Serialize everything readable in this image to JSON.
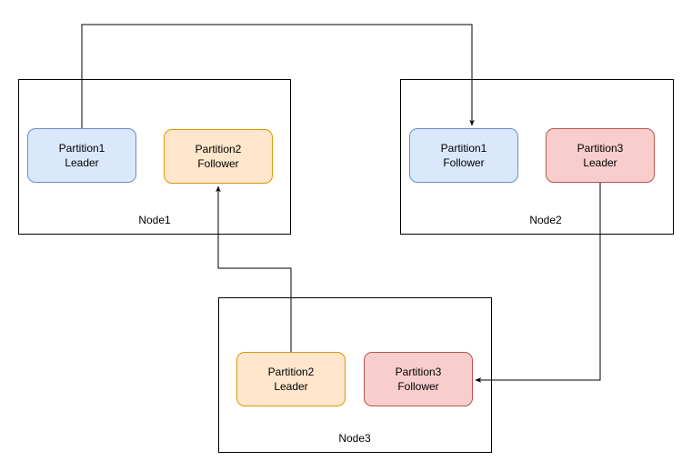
{
  "nodes": [
    {
      "label": "Node1"
    },
    {
      "label": "Node2"
    },
    {
      "label": "Node3"
    }
  ],
  "partitions": {
    "p1_leader": {
      "name": "Partition1",
      "role": "Leader",
      "fill": "#dae8fc",
      "stroke": "#6c8ebf"
    },
    "p2_follower": {
      "name": "Partition2",
      "role": "Follower",
      "fill": "#ffe6cc",
      "stroke": "#d79b00"
    },
    "p1_follower": {
      "name": "Partition1",
      "role": "Follower",
      "fill": "#dae8fc",
      "stroke": "#6c8ebf"
    },
    "p3_leader": {
      "name": "Partition3",
      "role": "Leader",
      "fill": "#f8cecc",
      "stroke": "#b85450"
    },
    "p2_leader": {
      "name": "Partition2",
      "role": "Leader",
      "fill": "#ffe6cc",
      "stroke": "#d79b00"
    },
    "p3_follower": {
      "name": "Partition3",
      "role": "Follower",
      "fill": "#f8cecc",
      "stroke": "#b85450"
    }
  },
  "edges": [
    {
      "from": "Partition1 Leader",
      "to": "Partition1 Follower"
    },
    {
      "from": "Partition3 Leader",
      "to": "Partition3 Follower"
    },
    {
      "from": "Partition2 Leader",
      "to": "Partition2 Follower"
    }
  ]
}
